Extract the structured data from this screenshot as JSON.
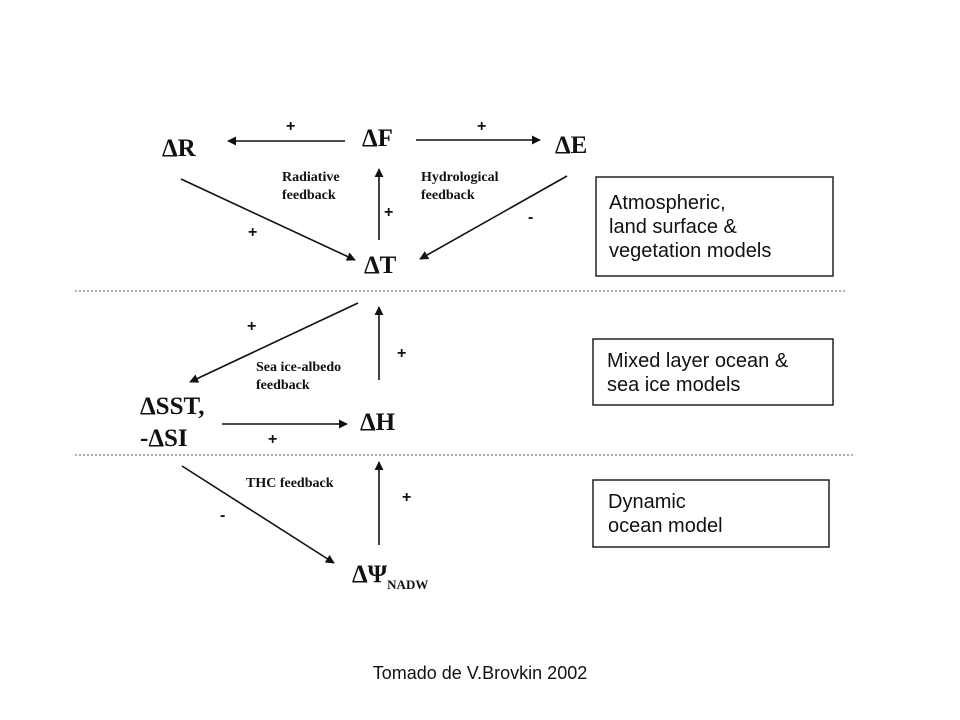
{
  "nodes": {
    "dR": "ΔR",
    "dF": "ΔF",
    "dE": "ΔE",
    "dT": "ΔT",
    "dSST": "ΔSST,",
    "dSI": "-ΔSI",
    "dH": "ΔH",
    "dPsi": "ΔΨ",
    "dPsi_sub": "NADW"
  },
  "signs": {
    "F_to_R": "+",
    "F_to_E": "+",
    "R_to_T": "+",
    "T_to_F": "+",
    "E_to_T": "-",
    "T_to_SST": "+",
    "H_up": "+",
    "SST_to_H": "+",
    "SST_to_Psi": "-",
    "Psi_up": "+"
  },
  "feedback_labels": {
    "radiative": [
      "Radiative",
      "feedback"
    ],
    "hydrological": [
      "Hydrological",
      "feedback"
    ],
    "sea_ice_albedo": [
      "Sea ice-albedo",
      "feedback"
    ],
    "thc": "THC feedback"
  },
  "boxes": {
    "atmospheric": [
      "Atmospheric,",
      "land surface  &",
      "vegetation models"
    ],
    "mixed_layer": [
      "Mixed layer ocean &",
      "sea ice models"
    ],
    "dynamic": [
      "Dynamic",
      "ocean model"
    ]
  },
  "caption": "Tomado de V.Brovkin 2002"
}
